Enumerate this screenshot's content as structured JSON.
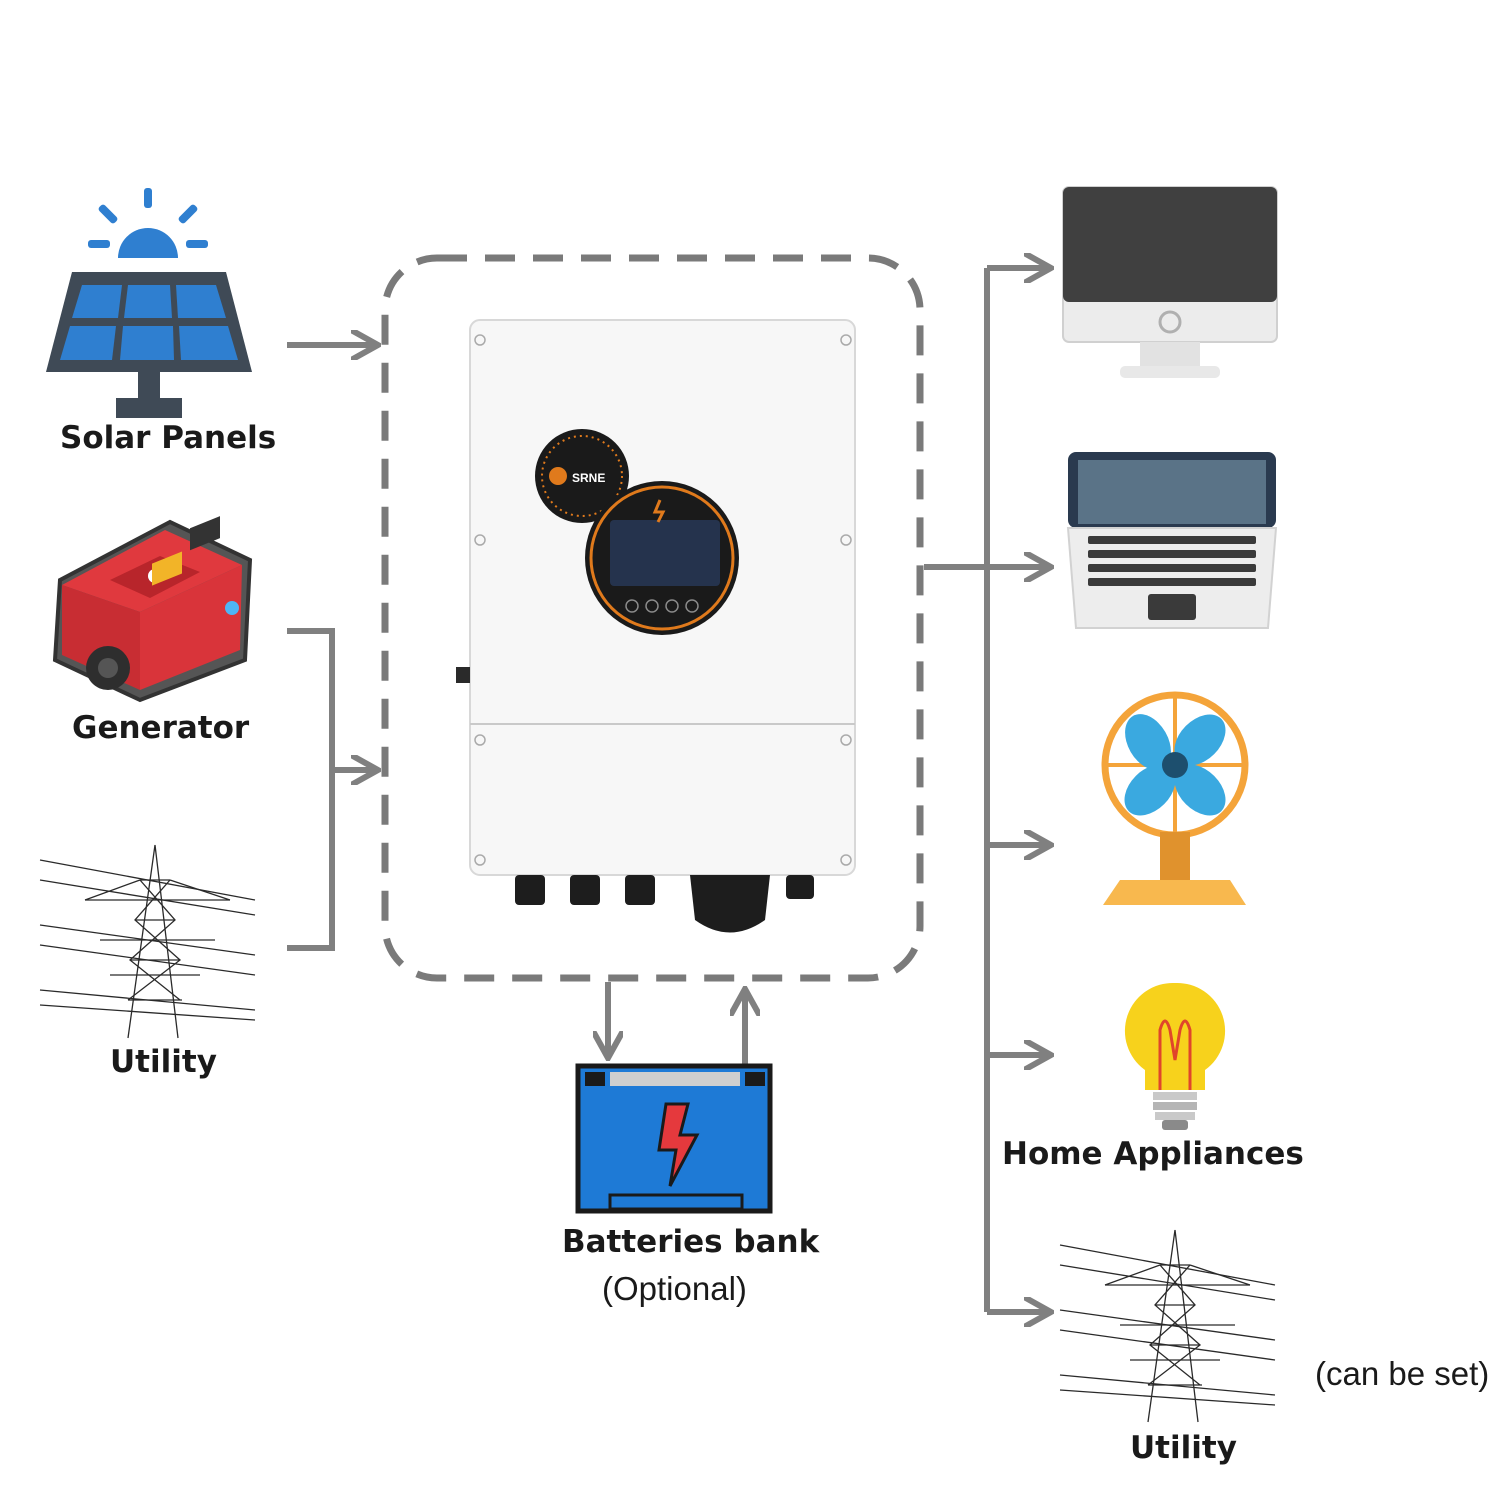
{
  "sources": {
    "solar": "Solar Panels",
    "generator": "Generator",
    "utility": "Utility"
  },
  "battery": {
    "label": "Batteries bank",
    "note": "(Optional)"
  },
  "inverter": {
    "brand": "SRNE"
  },
  "loads": {
    "home_appliances": "Home Appliances",
    "utility": "Utility",
    "utility_note": "(can be set)"
  },
  "colors": {
    "arrow": "#808080",
    "dashed_border": "#7a7a7a",
    "solar_blue": "#2f7fd0",
    "generator_red": "#d9343a",
    "battery_blue": "#1e7ad6",
    "fan_orange": "#f4a43a",
    "bulb_yellow": "#f7d21c"
  }
}
